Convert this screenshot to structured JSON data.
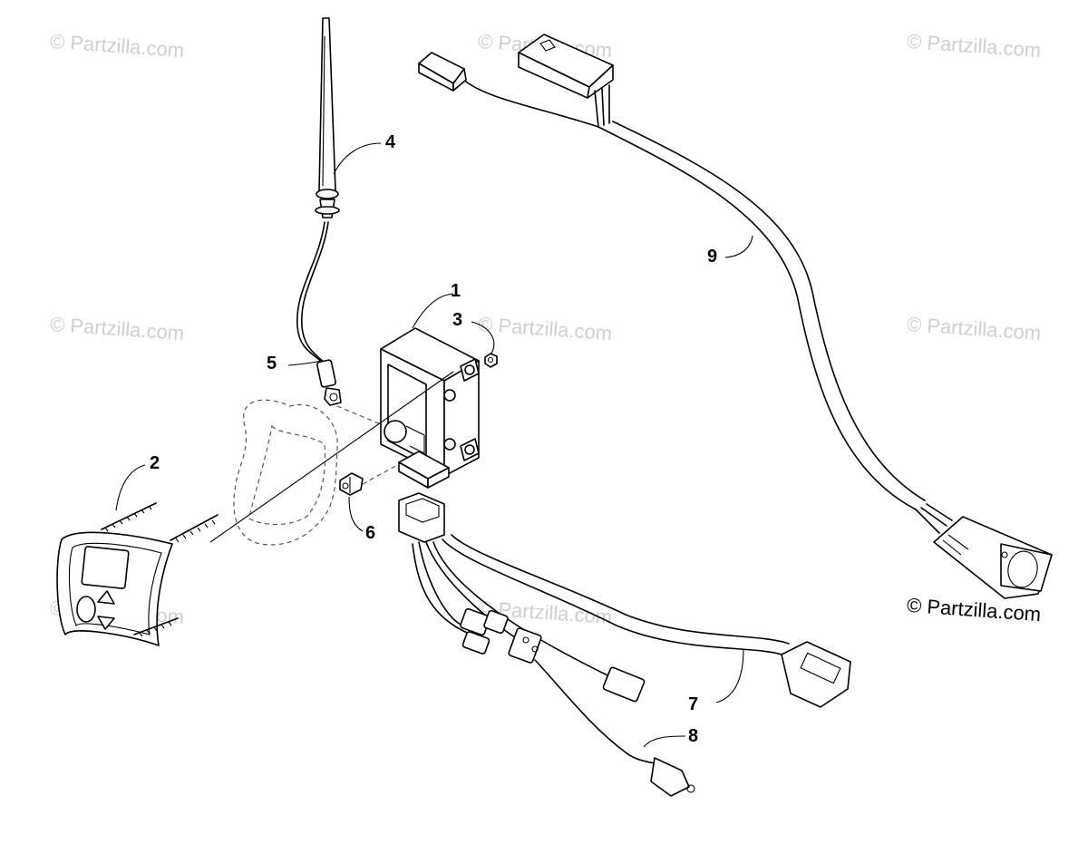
{
  "watermark_text": "© Partzilla.com",
  "credit_text": "© Partzilla.com",
  "callouts": {
    "c1": "1",
    "c2": "2",
    "c3": "3",
    "c4": "4",
    "c5": "5",
    "c6": "6",
    "c7": "7",
    "c8": "8",
    "c9": "9"
  },
  "colors": {
    "line": "#000000",
    "watermark": "#cfcfcf",
    "background": "#ffffff"
  }
}
